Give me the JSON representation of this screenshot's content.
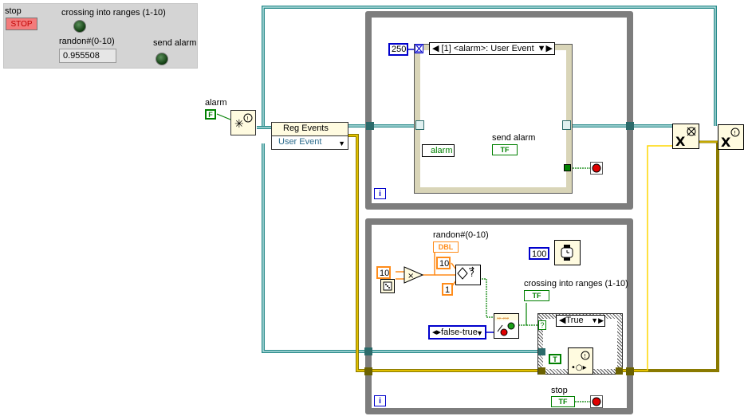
{
  "front_panel": {
    "stop_label": "stop",
    "stop_button_text": "STOP",
    "crossing_label": "crossing into ranges (1-10)",
    "random_label": "randon#(0-10)",
    "random_value": "0.955508",
    "send_alarm_label": "send alarm"
  },
  "diagram": {
    "alarm_label": "alarm",
    "alarm_const": "F",
    "reg_events_label": "Reg Events",
    "reg_events_selector": "User Event",
    "timeout_const": "250",
    "event_case_selector": "[1] <alarm>: User Event",
    "event_alarm_label": "alarm",
    "send_alarm_ind_label": "send alarm",
    "tf_text": "TF",
    "dbl_text": "DBL",
    "iter_text": "i",
    "const_10a": "10",
    "const_10b": "10",
    "const_1": "1",
    "const_100": "100",
    "random_ind_label": "randon#(0-10)",
    "crossing_ind_label": "crossing into ranges (1-10)",
    "enum_const": "false-true",
    "case_selector": "True",
    "true_const": "T",
    "stop_ind_label": "stop"
  },
  "colors": {
    "wire_ref": "#2c8c8c",
    "wire_error": "#ffd700",
    "frame": "#7d7d7d",
    "blue": "#0000cc",
    "orange": "#ff8c1a",
    "green": "#008000"
  }
}
